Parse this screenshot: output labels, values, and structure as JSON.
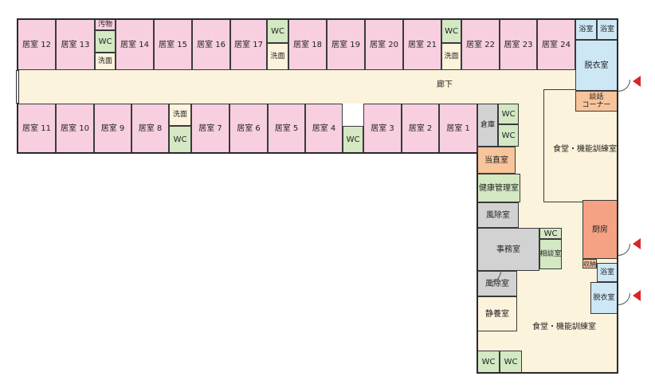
{
  "colors": {
    "room": "#f7cfe0",
    "wc": "#d3e8c3",
    "corridor": "#fcf3dc",
    "bath": "#cde7f5",
    "gray": "#d2d2d2",
    "orange": "#f7c49b",
    "kitchen": "#f4a283",
    "wall": "#2a2a2a",
    "marker": "#d9262a"
  },
  "rooms": {
    "r12": "居室 12",
    "r13": "居室 13",
    "r14": "居室 14",
    "r15": "居室 15",
    "r16": "居室 16",
    "r17": "居室 17",
    "r18": "居室 18",
    "r19": "居室 19",
    "r20": "居室 20",
    "r21": "居室 21",
    "r22": "居室 22",
    "r23": "居室 23",
    "r24": "居室 24",
    "r11": "居室 11",
    "r10": "居室 10",
    "r9": "居室 9",
    "r8": "居室 8",
    "r7": "居室 7",
    "r6": "居室 6",
    "r5": "居室 5",
    "r4": "居室 4",
    "r3": "居室 3",
    "r2": "居室 2",
    "r1": "居室 1"
  },
  "labels": {
    "wc": "WC",
    "soiled": "汚物",
    "wash": "洗面",
    "bath": "浴室",
    "dressing": "脱衣室",
    "corridor": "廊下",
    "chat_corner_1": "談話",
    "chat_corner_2": "コーナー",
    "dining_training": "食堂・機能訓練室",
    "storage": "倉庫",
    "duty": "当直室",
    "health": "健康管理室",
    "windbreak": "風除室",
    "office": "事務室",
    "consult": "相談室",
    "kitchen": "厨房",
    "closet": "収納",
    "quiet": "静養室"
  }
}
